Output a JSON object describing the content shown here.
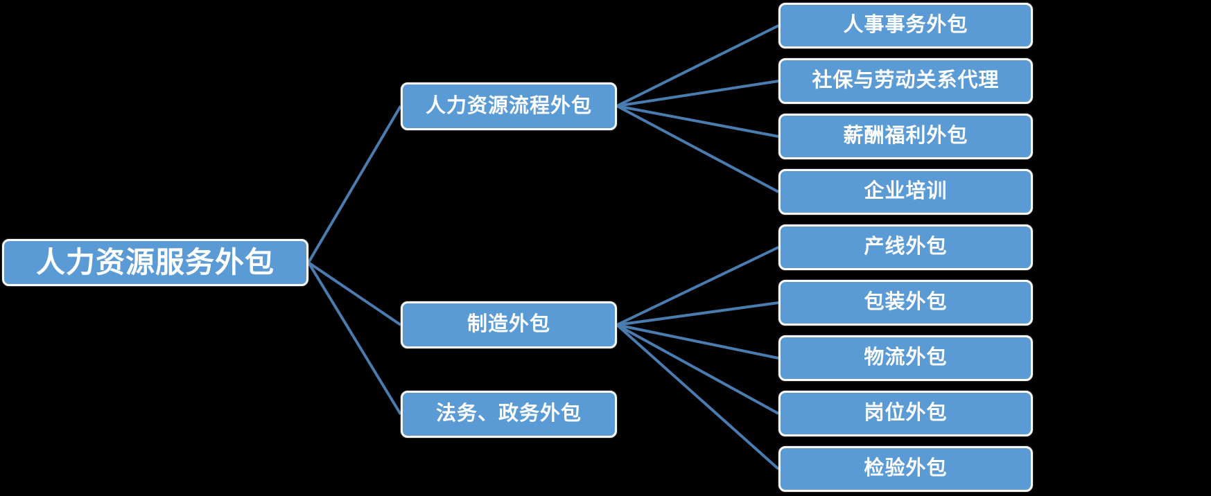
{
  "colors": {
    "background": "#000000",
    "node_fill": "#5b9bd5",
    "node_border": "#ffffff",
    "node_text": "#ffffff",
    "edge": "#4a7cb0"
  },
  "diagram_type": "tree-mindmap",
  "nodes": {
    "root": {
      "label": "人力资源服务外包"
    },
    "level2": [
      {
        "id": "hr-process",
        "label": "人力资源流程外包"
      },
      {
        "id": "manufacturing",
        "label": "制造外包"
      },
      {
        "id": "legal-gov",
        "label": "法务、政务外包"
      }
    ],
    "level3": [
      {
        "id": "personnel-affairs",
        "label": "人事事务外包",
        "parent": "hr-process"
      },
      {
        "id": "social-security",
        "label": "社保与劳动关系代理",
        "parent": "hr-process"
      },
      {
        "id": "payroll-benefits",
        "label": "薪酬福利外包",
        "parent": "hr-process"
      },
      {
        "id": "corporate-training",
        "label": "企业培训",
        "parent": "hr-process"
      },
      {
        "id": "production-line",
        "label": "产线外包",
        "parent": "manufacturing"
      },
      {
        "id": "packaging",
        "label": "包装外包",
        "parent": "manufacturing"
      },
      {
        "id": "logistics",
        "label": "物流外包",
        "parent": "manufacturing"
      },
      {
        "id": "position",
        "label": "岗位外包",
        "parent": "manufacturing"
      },
      {
        "id": "inspection",
        "label": "检验外包",
        "parent": "manufacturing"
      }
    ]
  }
}
